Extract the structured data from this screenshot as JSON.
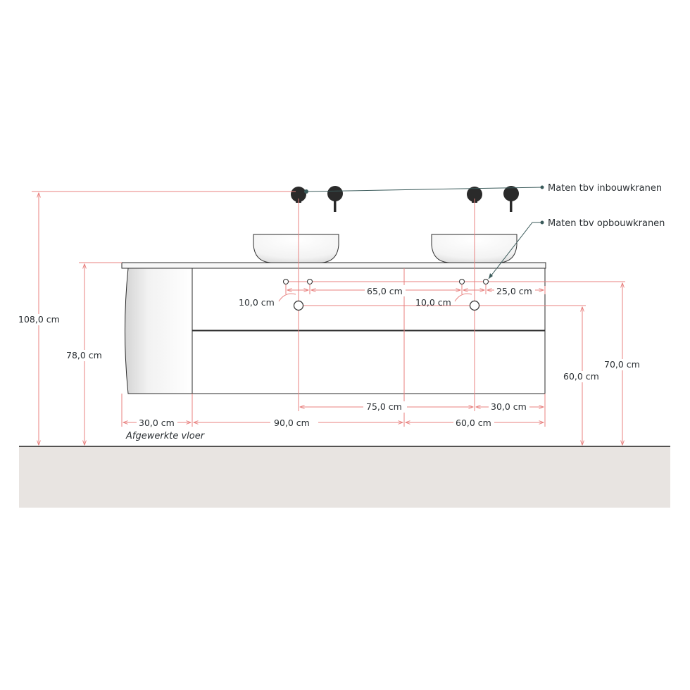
{
  "colors": {
    "dimension_line": "#e8817f",
    "outline": "#2b2b2b",
    "faucet": "#2a2a2a",
    "floor": "#e8e4e1",
    "leader": "#3a5a5a"
  },
  "labels": {
    "built_in_taps": "Maten tbv inbouwkranen",
    "surface_taps": "Maten tbv opbouwkranen",
    "floor": "Afgewerkte vloer"
  },
  "dimensions": {
    "total_height": "108,0 cm",
    "cabinet_height": "78,0 cm",
    "built_in_tap_height": "70,0 cm",
    "surface_tap_height": "60,0 cm",
    "tap_spacing": "65,0 cm",
    "tap_offset_left": "10,0 cm",
    "tap_offset_right": "10,0 cm",
    "tap_to_edge": "25,0 cm",
    "basin_spacing": "75,0 cm",
    "basin_to_edge": "30,0 cm",
    "side_unit_width": "30,0 cm",
    "left_drawer_width": "90,0 cm",
    "right_drawer_width": "60,0 cm"
  }
}
